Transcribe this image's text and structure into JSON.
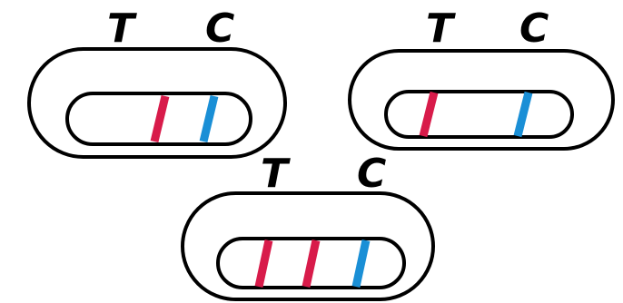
{
  "labels": {
    "test": "T",
    "control": "C"
  },
  "colors": {
    "background": "#ffffff",
    "outline": "#000000",
    "test_line": "#d81b4a",
    "control_line": "#1a8fd6"
  },
  "test_cassettes": [
    {
      "id": "cassette-1",
      "lines": [
        "test",
        "control"
      ]
    },
    {
      "id": "cassette-2",
      "lines": [
        "test",
        "control"
      ]
    },
    {
      "id": "cassette-3",
      "lines": [
        "test",
        "test",
        "control"
      ]
    }
  ]
}
